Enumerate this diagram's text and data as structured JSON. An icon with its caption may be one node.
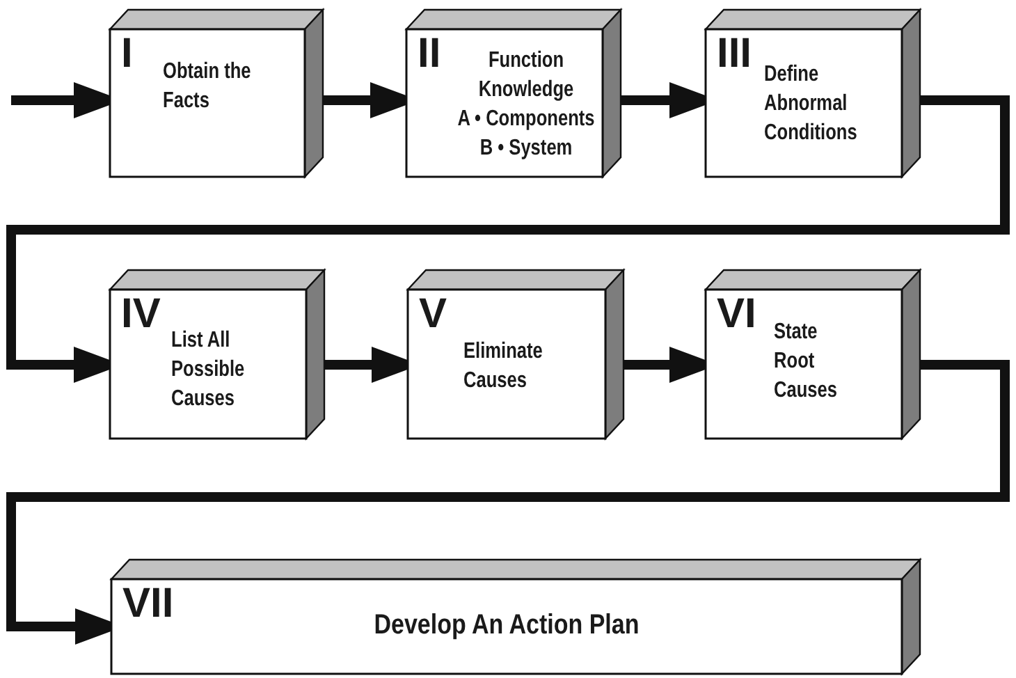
{
  "diagram": {
    "nodes": [
      {
        "text": [
          "I",
          "Obtain the Facts"
        ]
      },
      {
        "text": [
          "II",
          "Function Knowledge",
          "A • Components",
          "B • System"
        ]
      },
      {
        "text": [
          "III",
          "Define Abnormal Conditions"
        ]
      },
      {
        "text": [
          "IV",
          "List All Possible Causes"
        ]
      },
      {
        "text": [
          "V",
          "Eliminate Causes"
        ]
      },
      {
        "text": [
          "VI",
          "State Root Causes"
        ]
      },
      {
        "text": [
          "VII",
          "Develop An Action Plan"
        ]
      }
    ],
    "edges": [
      {
        "from": null,
        "to": 0,
        "arrow": "to"
      },
      {
        "from": 0,
        "to": 1,
        "arrow": "to"
      },
      {
        "from": 1,
        "to": 2,
        "arrow": "to"
      },
      {
        "from": 2,
        "to": 3,
        "arrow": "to"
      },
      {
        "from": 3,
        "to": 4,
        "arrow": "to"
      },
      {
        "from": 4,
        "to": 5,
        "arrow": "to"
      },
      {
        "from": 5,
        "to": 6,
        "arrow": "to"
      }
    ]
  }
}
